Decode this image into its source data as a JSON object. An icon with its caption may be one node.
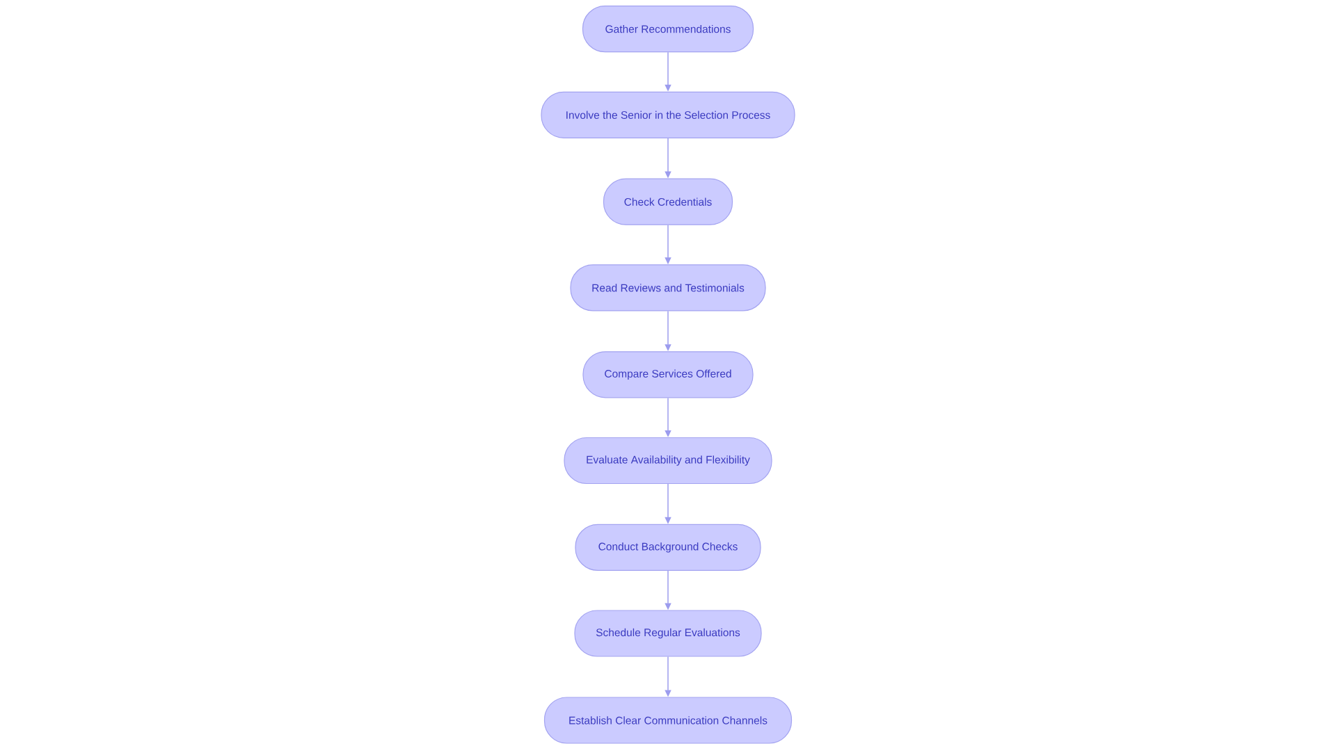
{
  "diagram": {
    "nodes": [
      {
        "text": [
          "Gather Recommendations"
        ]
      },
      {
        "text": [
          "Involve the Senior in the Selection Process"
        ]
      },
      {
        "text": [
          "Check Credentials"
        ]
      },
      {
        "text": [
          "Read Reviews and Testimonials"
        ]
      },
      {
        "text": [
          "Compare Services Offered"
        ]
      },
      {
        "text": [
          "Evaluate Availability and Flexibility"
        ]
      },
      {
        "text": [
          "Conduct Background Checks"
        ]
      },
      {
        "text": [
          "Schedule Regular Evaluations"
        ]
      },
      {
        "text": [
          "Establish Clear Communication Channels"
        ]
      }
    ],
    "edges": [
      {
        "from": 0,
        "to": 1,
        "arrow": "to"
      },
      {
        "from": 1,
        "to": 2,
        "arrow": "to"
      },
      {
        "from": 2,
        "to": 3,
        "arrow": "to"
      },
      {
        "from": 3,
        "to": 4,
        "arrow": "to"
      },
      {
        "from": 4,
        "to": 5,
        "arrow": "to"
      },
      {
        "from": 5,
        "to": 6,
        "arrow": "to"
      },
      {
        "from": 6,
        "to": 7,
        "arrow": "to"
      },
      {
        "from": 7,
        "to": 8,
        "arrow": "to"
      }
    ]
  }
}
